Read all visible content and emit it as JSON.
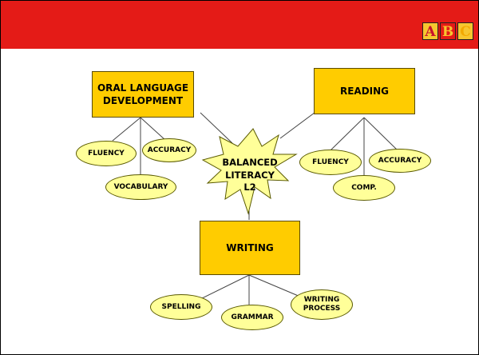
{
  "logo_letters": [
    "A",
    "B",
    "C"
  ],
  "center": "BALANCED LITERACY L2",
  "center_lines": [
    "BALANCED",
    "LITERACY",
    "L2"
  ],
  "oral": {
    "title": "ORAL LANGUAGE DEVELOPMENT",
    "title_lines": [
      "ORAL LANGUAGE",
      "DEVELOPMENT"
    ],
    "items": [
      "FLUENCY",
      "ACCURACY",
      "VOCABULARY"
    ]
  },
  "reading": {
    "title": "READING",
    "items": [
      "FLUENCY",
      "ACCURACY",
      "COMP."
    ]
  },
  "writing": {
    "title": "WRITING",
    "items": [
      "SPELLING",
      "GRAMMAR",
      "WRITING PROCESS"
    ],
    "item3_lines": [
      "WRITING",
      "PROCESS"
    ]
  },
  "colors": {
    "banner": "#e41b17",
    "box_fill": "#ffcc00",
    "ellipse_fill": "#ffff99",
    "star_fill": "#ffff99",
    "line": "#444444"
  }
}
